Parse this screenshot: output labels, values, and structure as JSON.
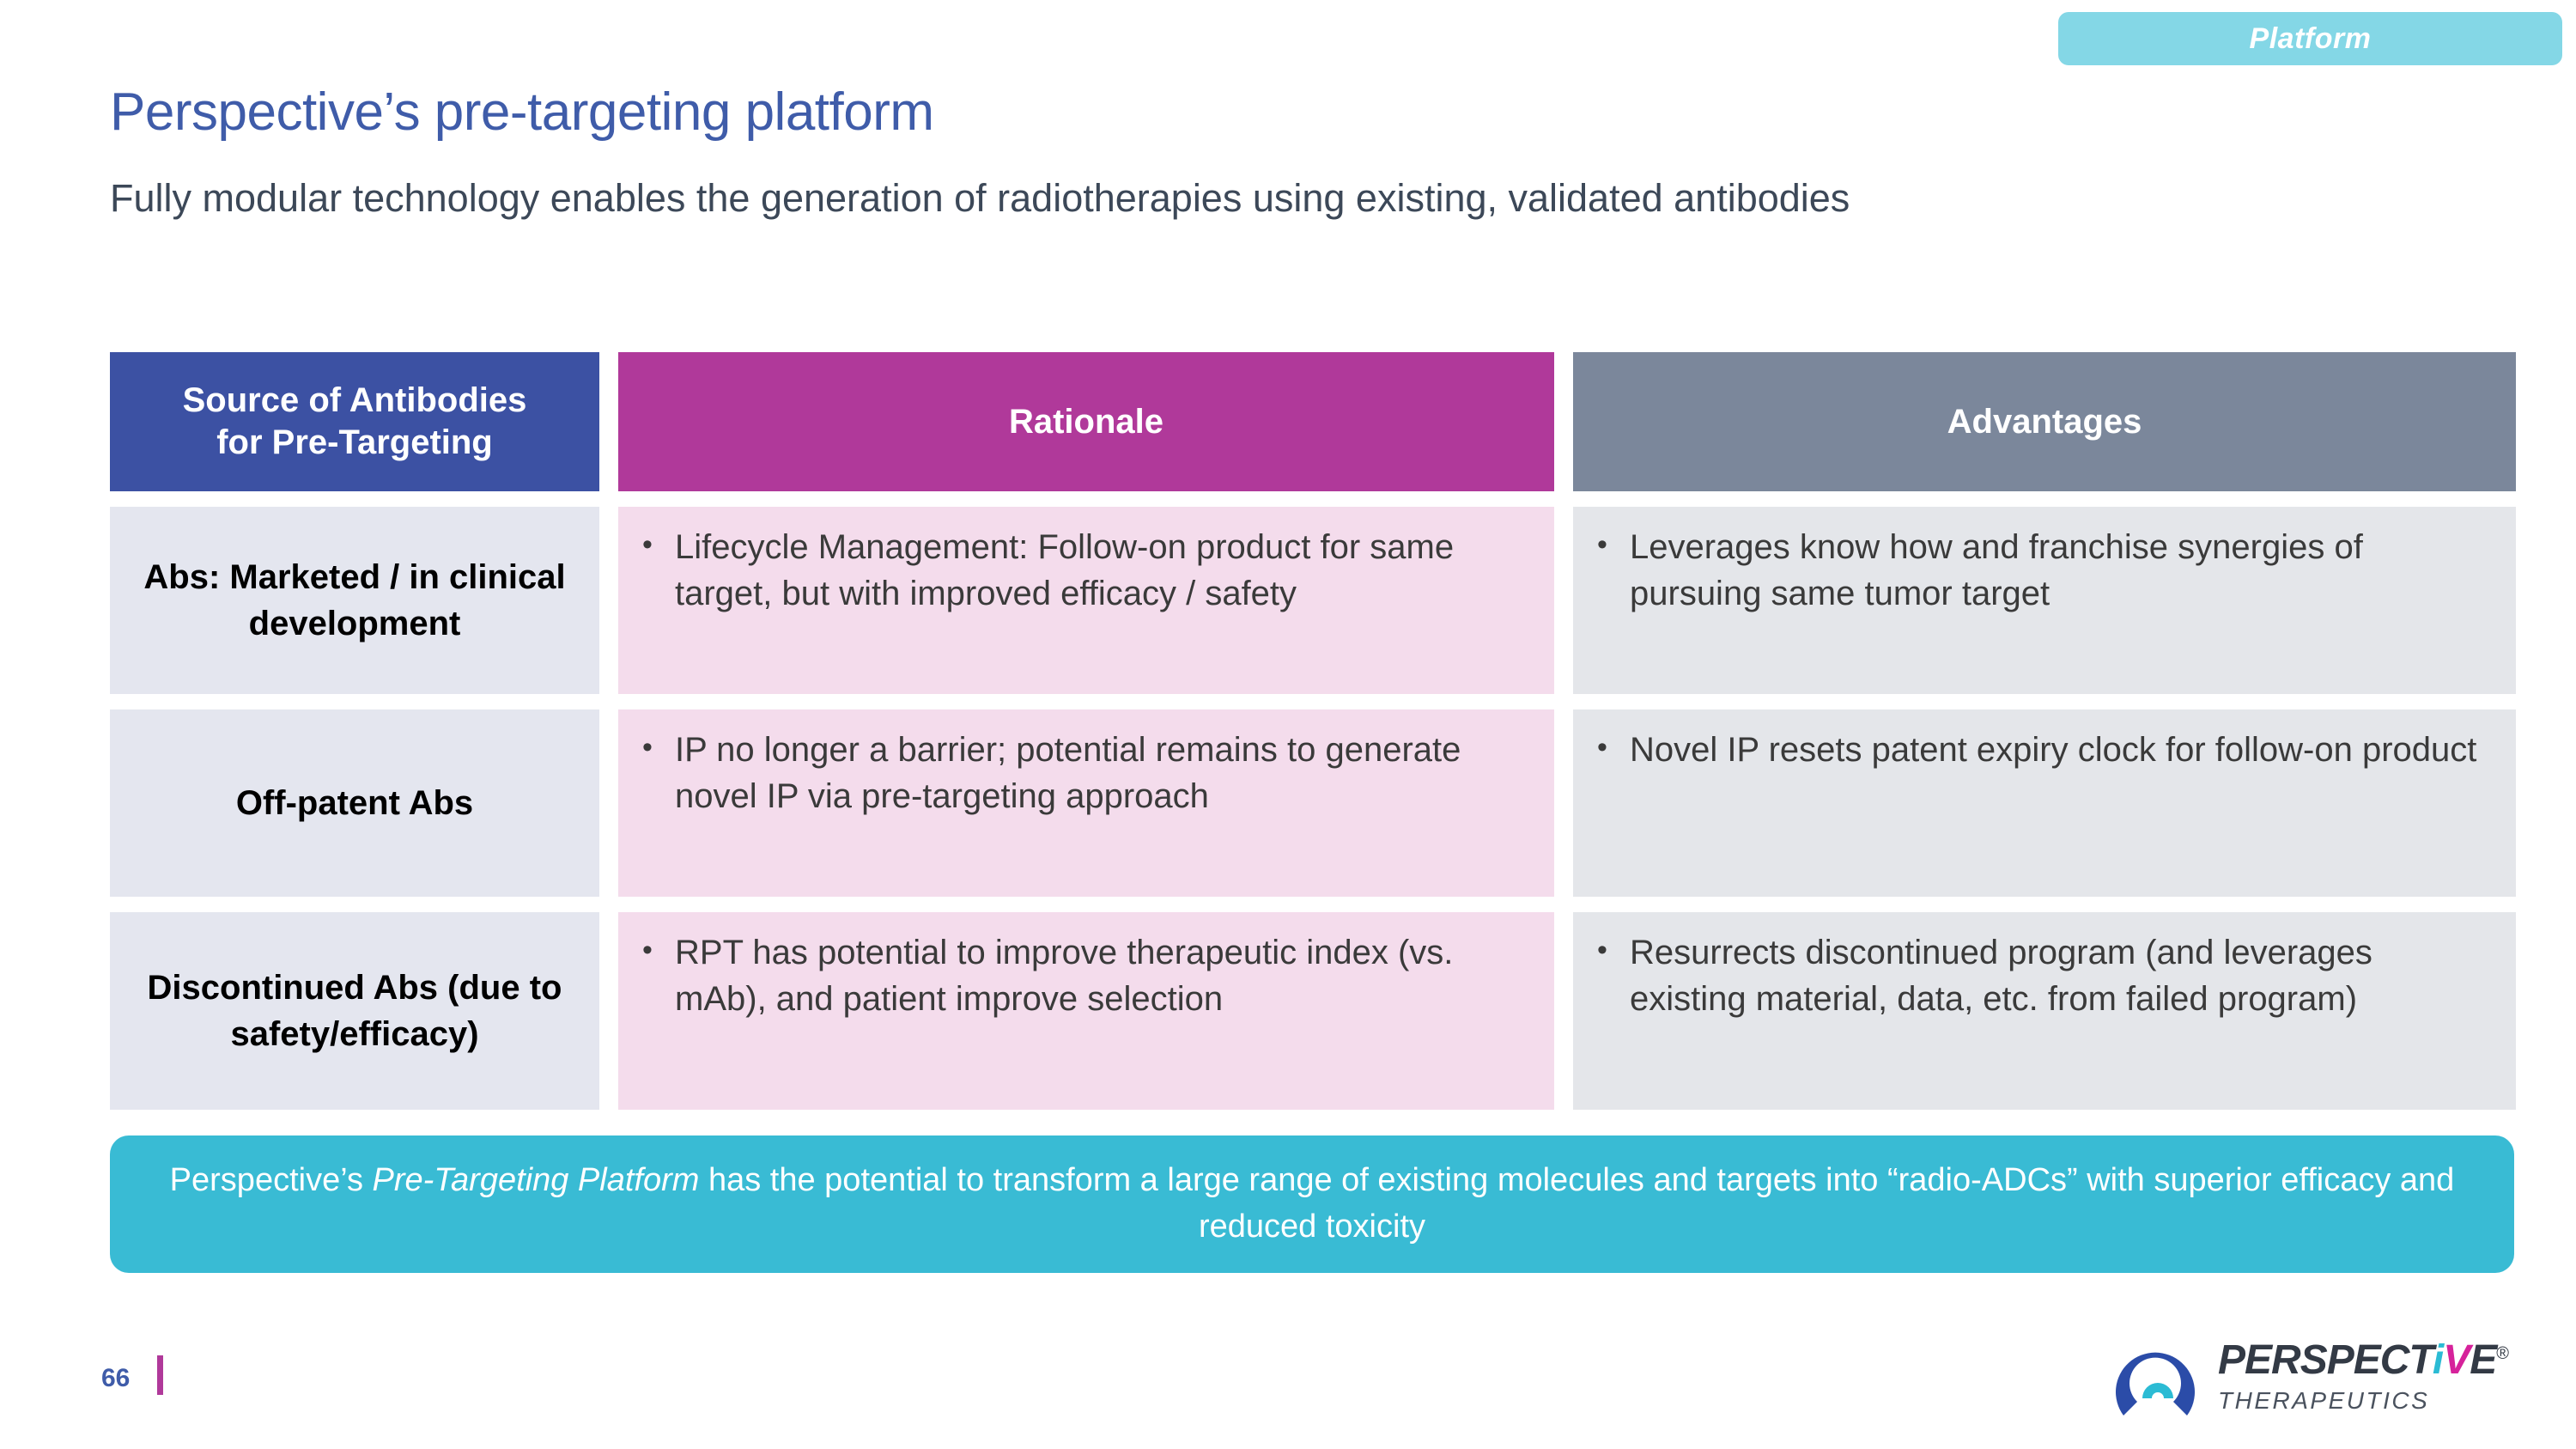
{
  "badge": {
    "label": "Platform"
  },
  "header": {
    "title": "Perspective’s pre-targeting platform",
    "subtitle": "Fully modular technology enables the generation of radiotherapies using existing, validated antibodies"
  },
  "table": {
    "columns": [
      {
        "label_line1": "Source of Antibodies",
        "label_line2": "for Pre-Targeting"
      },
      {
        "label": "Rationale"
      },
      {
        "label": "Advantages"
      }
    ],
    "rows": [
      {
        "source": "Abs: Marketed / in clinical development",
        "rationale": "Lifecycle Management: Follow-on product for same target, but with improved efficacy / safety",
        "advantage": "Leverages know how and franchise synergies of pursuing same tumor target",
        "bullet": "•"
      },
      {
        "source": "Off-patent Abs",
        "rationale": "IP no longer a barrier; potential remains to generate novel IP via pre-targeting approach",
        "advantage": "Novel IP resets patent expiry clock for follow-on product",
        "bullet": "•"
      },
      {
        "source": "Discontinued Abs (due to safety/efficacy)",
        "rationale": "RPT has potential to improve therapeutic index (vs. mAb), and patient improve selection",
        "advantage": "Resurrects discontinued program (and leverages existing material, data, etc. from failed program)",
        "bullet": "•"
      }
    ]
  },
  "callout": {
    "part1": "Perspective’s ",
    "emphasis": "Pre-Targeting Platform",
    "part2": " has the potential to transform a large range of existing molecules and targets into “radio-ADCs” with superior efficacy and reduced toxicity"
  },
  "footer": {
    "page_number": "66",
    "logo_primary": "PERSPECT",
    "logo_i": "i",
    "logo_v": "V",
    "logo_e": "E",
    "logo_registered": "®",
    "logo_secondary": "THERAPEUTICS"
  },
  "colors": {
    "title_blue": "#3F5CA9",
    "header_blue": "#3C51A3",
    "header_magenta": "#B0399A",
    "header_gray": "#7B879B",
    "cell_lavender": "#E4E6EF",
    "cell_pink": "#F4DCEC",
    "cell_gray": "#E4E6EA",
    "callout_teal": "#39BBD4",
    "badge_teal": "#84D7E6"
  }
}
